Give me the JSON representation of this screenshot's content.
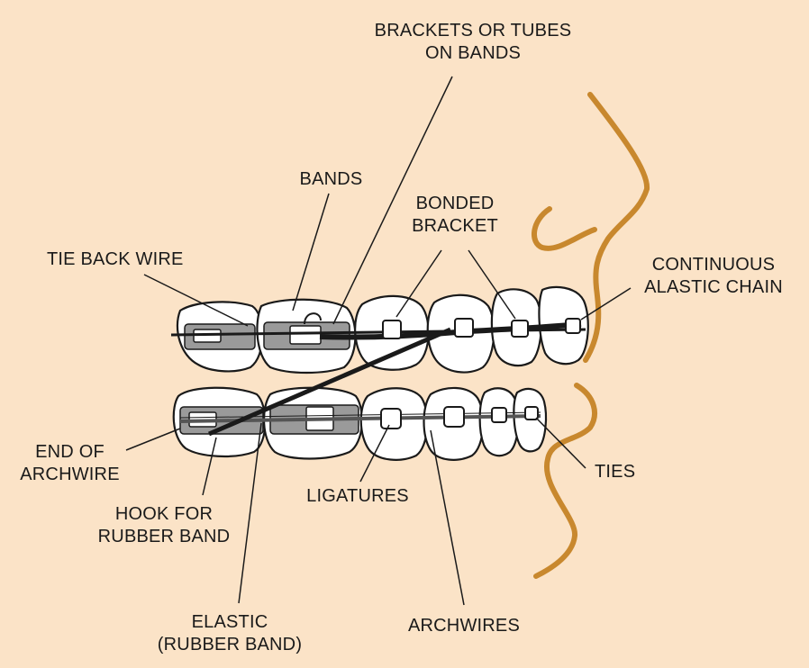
{
  "colors": {
    "background": "#fbe3c7",
    "line": "#1a1a1a",
    "tooth_fill": "#ffffff",
    "profile": "#c8882e"
  },
  "labels": {
    "brackets_tubes": [
      "BRACKETS OR TUBES",
      "ON BANDS"
    ],
    "bands": "BANDS",
    "bonded_bracket": [
      "BONDED",
      "BRACKET"
    ],
    "tie_back_wire": "TIE BACK WIRE",
    "continuous_chain": [
      "CONTINUOUS",
      "ALASTIC CHAIN"
    ],
    "end_of_archwire": [
      "END OF",
      "ARCHWIRE"
    ],
    "hook_for_rubber_band": [
      "HOOK FOR",
      "RUBBER BAND"
    ],
    "ligatures": "LIGATURES",
    "ties": "TIES",
    "elastic": [
      "ELASTIC",
      "(RUBBER BAND)"
    ],
    "archwires": "ARCHWIRES"
  }
}
